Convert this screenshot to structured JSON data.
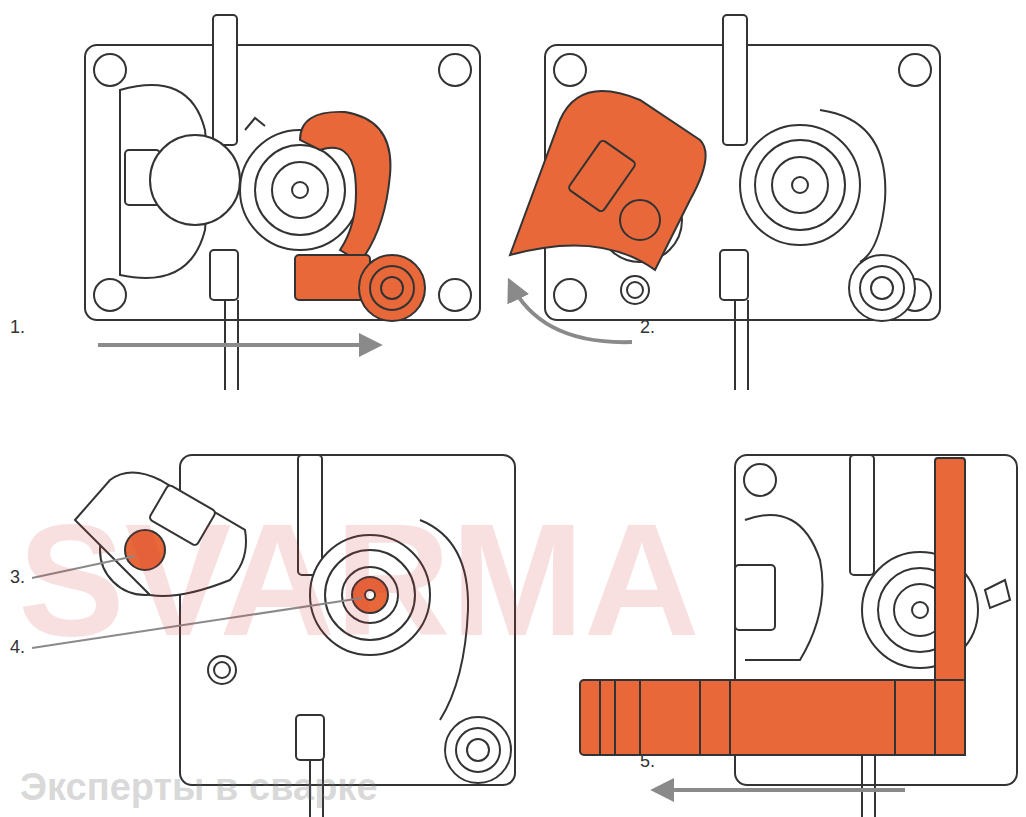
{
  "diagram": {
    "labels": [
      "1.",
      "2.",
      "3.",
      "4.",
      "5.",
      "SVARMA",
      "Эксперты в сварке"
    ]
  }
}
